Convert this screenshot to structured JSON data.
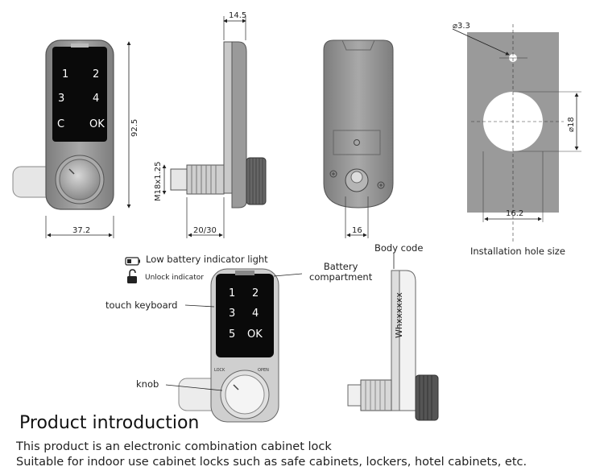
{
  "dimensions": {
    "side_width": "14.5",
    "height": "92.5",
    "thread": "M18x1.25",
    "front_width": "37.2",
    "thread_length": "20/30",
    "back_width": "16",
    "hole_small": "⌀3.3",
    "hole_large": "⌀18",
    "hole_offset": "16.2"
  },
  "keypad_top": {
    "keys": [
      "1",
      "2",
      "3",
      "4",
      "C",
      "OK"
    ]
  },
  "keypad_bottom": {
    "keys": [
      "1",
      "2",
      "3",
      "4",
      "5",
      "OK"
    ],
    "lock_label": "LOCK",
    "open_label": "OPEN"
  },
  "body_code_marking": "Whxxxxxx",
  "labels": {
    "installation_hole_size": "Installation hole size",
    "body_code": "Body code",
    "battery_compartment": "Battery\ncompartment",
    "low_battery": "Low battery indicator light",
    "unlock_indicator": "Unlock indicator",
    "touch_keyboard": "touch keyboard",
    "knob": "knob"
  },
  "intro": {
    "title": "Product introduction",
    "line1": "This product is an electronic combination cabinet lock",
    "line2": "Suitable for indoor use cabinet locks such as safe cabinets, lockers, hotel cabinets, etc."
  },
  "colors": {
    "body_gray": "#8c8c8c",
    "keypad_black": "#0a0a0a",
    "plate_gray": "#9a9a9a"
  }
}
